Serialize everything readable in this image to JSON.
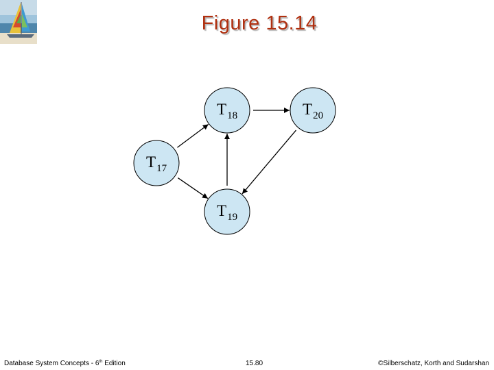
{
  "title": "Figure 15.14",
  "colors": {
    "title": "#b03010",
    "node_fill": "#cde6f3",
    "node_stroke": "#000000",
    "edge": "#000000"
  },
  "logo": {
    "icon": "sailboat-icon"
  },
  "nodes": [
    {
      "id": "T17",
      "base": "T",
      "sub": "17"
    },
    {
      "id": "T18",
      "base": "T",
      "sub": "18"
    },
    {
      "id": "T19",
      "base": "T",
      "sub": "19"
    },
    {
      "id": "T20",
      "base": "T",
      "sub": "20"
    }
  ],
  "edges": [
    {
      "from": "T17",
      "to": "T18"
    },
    {
      "from": "T17",
      "to": "T19"
    },
    {
      "from": "T18",
      "to": "T20"
    },
    {
      "from": "T19",
      "to": "T18"
    },
    {
      "from": "T20",
      "to": "T19"
    }
  ],
  "footer": {
    "book": "Database System Concepts - 6",
    "edition_sup": "th",
    "edition": " Edition",
    "page": "15.80",
    "copyright": "©Silberschatz, Korth and Sudarshan"
  }
}
